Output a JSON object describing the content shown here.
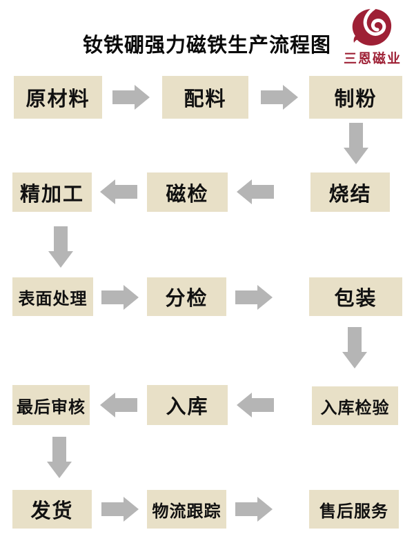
{
  "page": {
    "title": "钕铁硼强力磁铁生产流程图"
  },
  "logo": {
    "company": "三恩磁业",
    "icon": "swirl-magnet-logo-icon",
    "color": "#9e2035"
  },
  "colors": {
    "background": "#ffffff",
    "node_fill": "#e8e0c7",
    "node_text": "#111111",
    "arrow": "#b5b5b5",
    "title_text": "#0a0a0a"
  },
  "flow": {
    "nodes": [
      {
        "step": 1,
        "label": "原材料"
      },
      {
        "step": 2,
        "label": "配料"
      },
      {
        "step": 3,
        "label": "制粉"
      },
      {
        "step": 4,
        "label": "烧结"
      },
      {
        "step": 5,
        "label": "磁检"
      },
      {
        "step": 6,
        "label": "精加工"
      },
      {
        "step": 7,
        "label": "表面处理"
      },
      {
        "step": 8,
        "label": "分检"
      },
      {
        "step": 9,
        "label": "包装"
      },
      {
        "step": 10,
        "label": "入库检验"
      },
      {
        "step": 11,
        "label": "入库"
      },
      {
        "step": 12,
        "label": "最后审核"
      },
      {
        "step": 13,
        "label": "发货"
      },
      {
        "step": 14,
        "label": "物流跟踪"
      },
      {
        "step": 15,
        "label": "售后服务"
      }
    ],
    "connections": [
      [
        "原材料",
        "配料"
      ],
      [
        "配料",
        "制粉"
      ],
      [
        "制粉",
        "烧结"
      ],
      [
        "烧结",
        "磁检"
      ],
      [
        "磁检",
        "精加工"
      ],
      [
        "精加工",
        "表面处理"
      ],
      [
        "表面处理",
        "分检"
      ],
      [
        "分检",
        "包装"
      ],
      [
        "包装",
        "入库检验"
      ],
      [
        "入库检验",
        "入库"
      ],
      [
        "入库",
        "最后审核"
      ],
      [
        "最后审核",
        "发货"
      ],
      [
        "发货",
        "物流跟踪"
      ],
      [
        "物流跟踪",
        "售后服务"
      ]
    ],
    "layout": "boustrophedon-3-columns-5-rows"
  }
}
